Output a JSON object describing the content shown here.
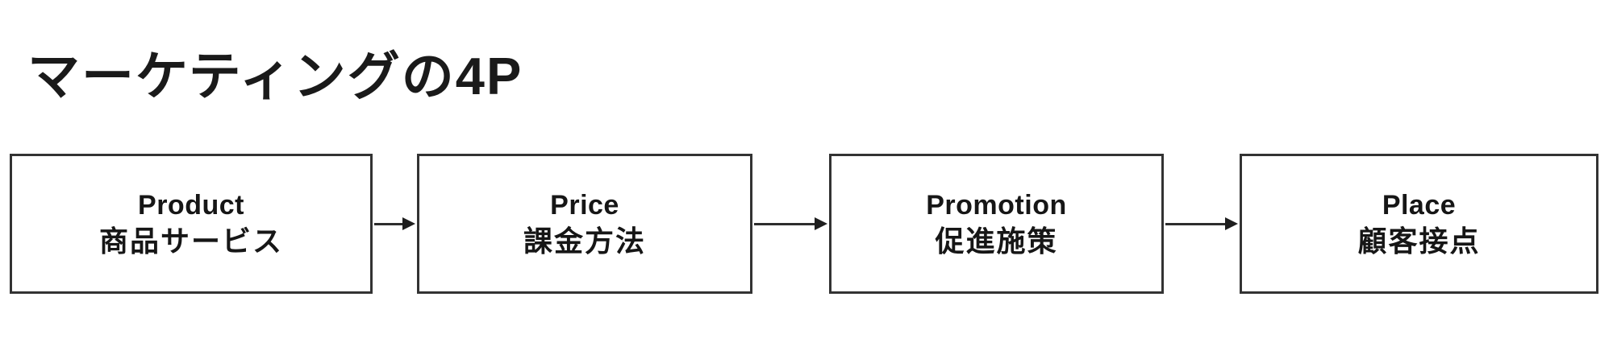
{
  "page": {
    "title": "マーケティングの4P",
    "background_color": "#ffffff",
    "ink_color": "#1a1a1a"
  },
  "diagram": {
    "type": "flow",
    "direction": "left-to-right",
    "connector_icon": "arrow-right-icon",
    "nodes": [
      {
        "id": "product",
        "label_en": "Product",
        "label_ja": "商品サービス"
      },
      {
        "id": "price",
        "label_en": "Price",
        "label_ja": "課金方法"
      },
      {
        "id": "promotion",
        "label_en": "Promotion",
        "label_ja": "促進施策"
      },
      {
        "id": "place",
        "label_en": "Place",
        "label_ja": "顧客接点"
      }
    ]
  }
}
